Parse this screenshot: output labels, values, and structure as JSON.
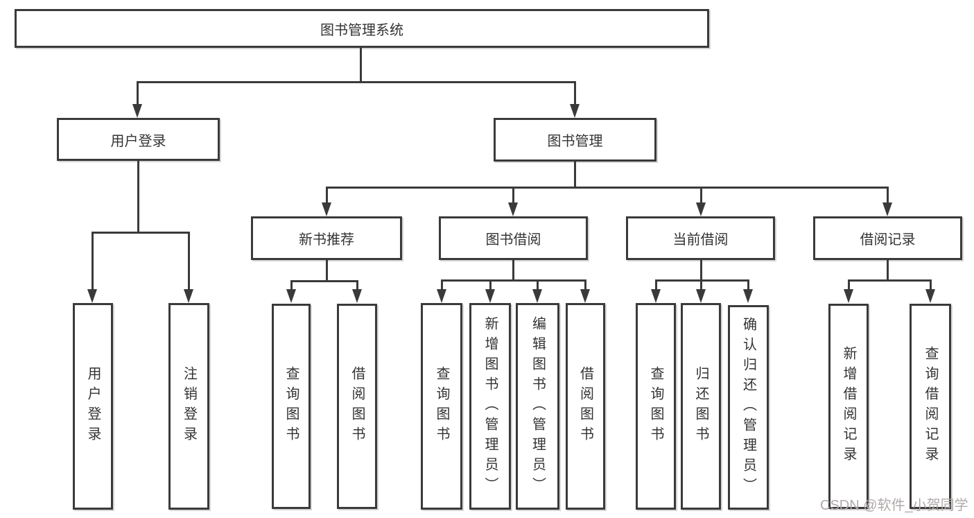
{
  "colors": {
    "line": "#3a3a3a",
    "text": "#333333",
    "box_bg": "#ffffff",
    "background": "#ffffff",
    "watermark": "#b1a9a9"
  },
  "nodes": {
    "root": "图书管理系统",
    "user_login": "用户登录",
    "book_mgmt": "图书管理",
    "ul_children": [
      "用户登录",
      "注销登录"
    ],
    "new_book": "新书推荐",
    "book_borrow": "图书借阅",
    "current_borrow": "当前借阅",
    "borrow_record": "借阅记录",
    "nb_children": [
      "查询图书",
      "借阅图书"
    ],
    "bb_children": [
      "查询图书",
      "新增图书（管理员）",
      "编辑图书（管理员）",
      "借阅图书"
    ],
    "cb_children": [
      "查询图书",
      "归还图书",
      "确认归还（管理员）"
    ],
    "br_children": [
      "新增借阅记录",
      "查询借阅记录"
    ]
  },
  "watermark": "CSDN @软件_小贺同学"
}
